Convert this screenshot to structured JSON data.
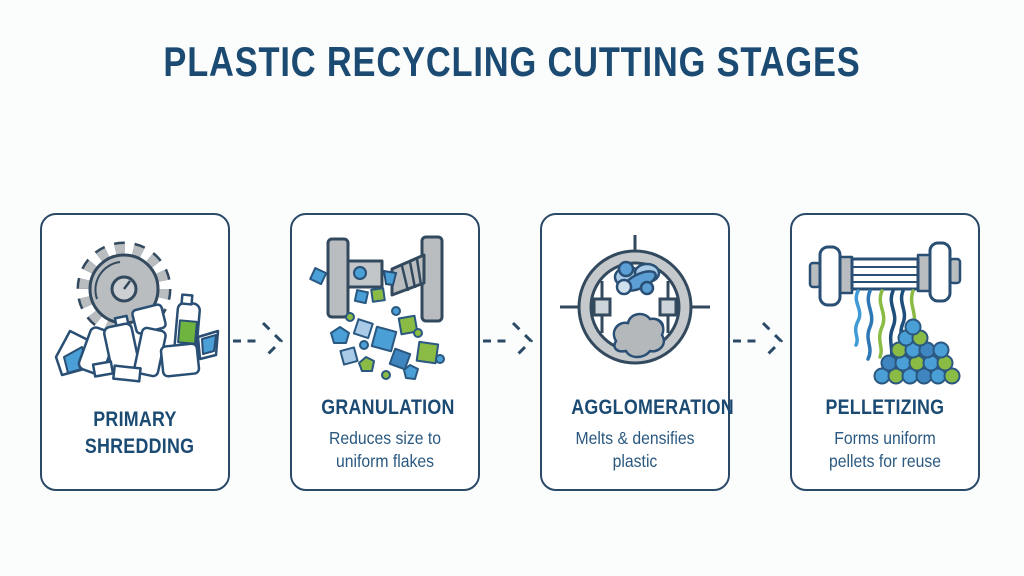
{
  "title": "PLASTIC RECYCLING CUTTING STAGES",
  "stages": [
    {
      "name": "PRIMARY SHREDDING",
      "description": "",
      "icon": "shredder-icon"
    },
    {
      "name": "GRANULATION",
      "description": "Reduces size to uniform flakes",
      "icon": "granulator-icon"
    },
    {
      "name": "AGGLOMERATION",
      "description": "Melts & densifies plastic",
      "icon": "agglomerator-icon"
    },
    {
      "name": "PELLETIZING",
      "description": "Forms uniform pellets for reuse",
      "icon": "pelletizer-icon"
    }
  ],
  "colors": {
    "background": "#fbfcfc",
    "card_background": "#ffffff",
    "card_border": "#2b4a68",
    "title_text": "#1b4a73",
    "heading_text": "#1b4a73",
    "description_text": "#2a5880",
    "arrow": "#2b4a68",
    "machine_gray": "#b9bdc0",
    "outline_navy": "#33495e",
    "accent_blue": "#4a9fd7",
    "accent_mid_blue": "#3f86c0",
    "accent_light_blue": "#a9cbe8",
    "accent_green": "#8abc45",
    "bottle_label_green": "#6fb43f"
  }
}
